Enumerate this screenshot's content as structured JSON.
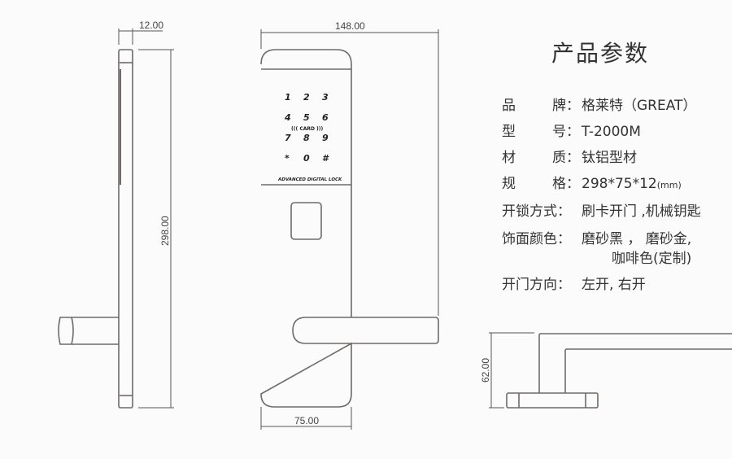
{
  "dimensions": {
    "thickness": "12.00",
    "height": "298.00",
    "total_width": "148.00",
    "plate_width": "75.00",
    "handle_depth": "62.00"
  },
  "keypad": {
    "keys": [
      "1",
      "2",
      "3",
      "4",
      "5",
      "6",
      "7",
      "8",
      "9",
      "*",
      "0",
      "#"
    ],
    "card_label": "((( CARD )))",
    "brand_strip": "ADVANCED DIGITAL LOCK"
  },
  "specs": {
    "title": "产品参数",
    "brand": {
      "label_a": "品",
      "label_b": "牌：",
      "value": "格莱特（GREAT）"
    },
    "model": {
      "label_a": "型",
      "label_b": "号：",
      "value": "T-2000M"
    },
    "material": {
      "label_a": "材",
      "label_b": "质：",
      "value": "钛铝型材"
    },
    "size": {
      "label_a": "规",
      "label_b": "格：",
      "value": "298*75*12",
      "unit": "(mm)"
    },
    "unlock": {
      "label": "开锁方式：",
      "value": "刷卡开门 ,机械钥匙"
    },
    "finish": {
      "label": "饰面颜色：",
      "value": "磨砂黑 ， 磨砂金,",
      "value2": "咖啡色(定制)"
    },
    "direction": {
      "label": "开门方向：",
      "value": "左开, 右开"
    }
  }
}
